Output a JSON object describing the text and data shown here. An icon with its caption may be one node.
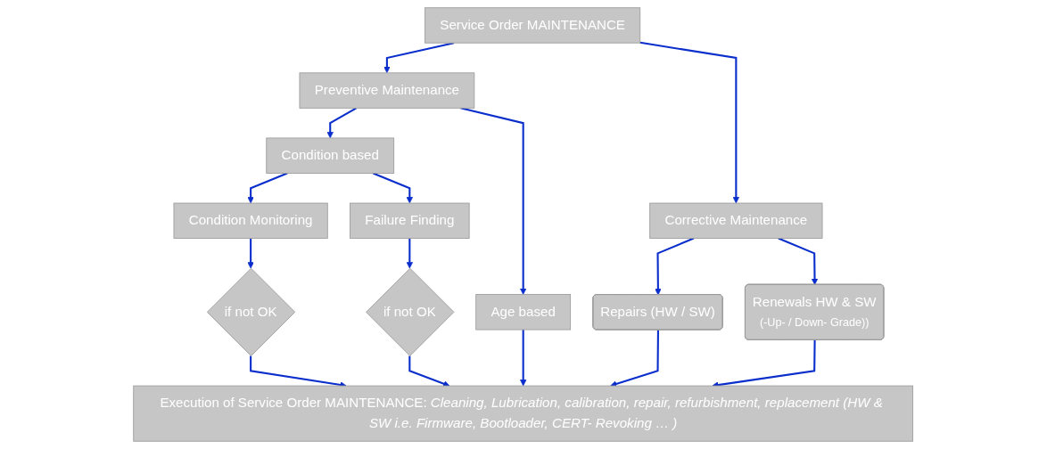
{
  "diagram": {
    "nodes": [
      {
        "text": [
          "Service Order MAINTENANCE"
        ]
      },
      {
        "text": [
          "Preventive Maintenance"
        ]
      },
      {
        "text": [
          "Corrective Maintenance"
        ]
      },
      {
        "text": [
          "Condition based"
        ]
      },
      {
        "text": [
          "Age based"
        ]
      },
      {
        "text": [
          "Condition Monitoring"
        ]
      },
      {
        "text": [
          "Failure Finding"
        ]
      },
      {
        "text": [
          "if not OK"
        ]
      },
      {
        "text": [
          "if not OK"
        ]
      },
      {
        "text": [
          "Repairs (HW / SW)"
        ]
      },
      {
        "text": [
          "Renewals HW & SW",
          "(-Up- / Down- Grade))"
        ]
      },
      {
        "text": [
          "Execution of Service Order MAINTENANCE: *Cleaning, Lubrication, calibration, repair, refurbishment, replacement (HW & SW i.e. Firmware, Bootloader, CERT- Revoking … )*"
        ]
      }
    ],
    "edges": [
      {
        "from": 0,
        "to": 1,
        "arrow": "to"
      },
      {
        "from": 0,
        "to": 2,
        "arrow": "to"
      },
      {
        "from": 1,
        "to": 3,
        "arrow": "to"
      },
      {
        "from": 1,
        "to": 4,
        "arrow": "to"
      },
      {
        "from": 3,
        "to": 5,
        "arrow": "to"
      },
      {
        "from": 3,
        "to": 6,
        "arrow": "to"
      },
      {
        "from": 2,
        "to": 9,
        "arrow": "to"
      },
      {
        "from": 2,
        "to": 10,
        "arrow": "to"
      },
      {
        "from": 5,
        "to": 7,
        "arrow": "to"
      },
      {
        "from": 6,
        "to": 8,
        "arrow": "to"
      },
      {
        "from": 7,
        "to": 11,
        "arrow": "to"
      },
      {
        "from": 8,
        "to": 11,
        "arrow": "to"
      },
      {
        "from": 4,
        "to": 11,
        "arrow": "to"
      },
      {
        "from": 9,
        "to": 11,
        "arrow": "to"
      },
      {
        "from": 10,
        "to": 11,
        "arrow": "to"
      }
    ]
  }
}
